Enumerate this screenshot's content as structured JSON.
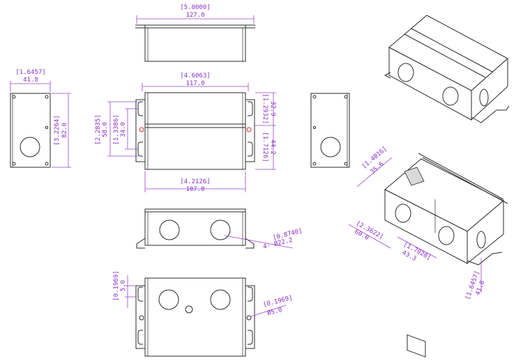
{
  "colors": {
    "outline": "#2a2a2a",
    "dimension": "#9a40d0",
    "hole_marker": "#d23030",
    "background": "#ffffff"
  },
  "dims": {
    "top_width_in": "[5.0000]",
    "top_width_mm": "127.0",
    "side_width_in": "[1.6457]",
    "side_width_mm": "41.8",
    "side_height_in": "[3.2264]",
    "side_height_mm": "82.0",
    "front_width_in": "[4.6063]",
    "front_width_mm": "117.0",
    "front_inner_width_in": "[4.2126]",
    "front_inner_width_mm": "107.0",
    "slot_span_in": "[2.2835]",
    "slot_span_mm": "58.0",
    "slot_inner_in": "[1.3386]",
    "slot_inner_mm": "34.0",
    "right_upper_in": "[1.2932]",
    "right_upper_mm": "32.9",
    "right_lower_in": "[1.7126]",
    "right_lower_mm": "44.2",
    "knockout_in": "[0.8740]",
    "knockout_mm": "4- Ø22.2",
    "flange_in": "[0.1969]",
    "flange_mm": "5.0",
    "mount_hole_in": "[0.1969]",
    "mount_hole_mm": "Ø5.0",
    "iso_depth_in": "[1.4016]",
    "iso_depth_mm": "35.6",
    "iso_a_in": "[2.3622]",
    "iso_a_mm": "60.0",
    "iso_b_in": "[1.7028]",
    "iso_b_mm": "43.3",
    "iso_c_in": "[1.6457]",
    "iso_c_mm": "41.8"
  }
}
